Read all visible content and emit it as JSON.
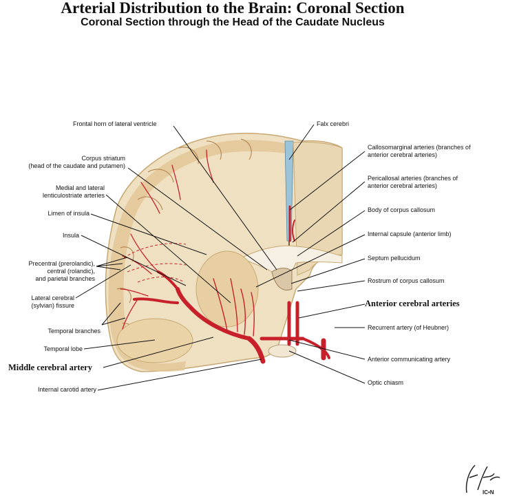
{
  "title": "Arterial Distribution to the Brain: Coronal Section",
  "subtitle": "Coronal Section through the Head of the Caudate Nucleus",
  "labels": {
    "frontal_horn": "Frontal horn of lateral ventricle",
    "falx_cerebri": "Falx cerebri",
    "corpus_striatum_1": "Corpus striatum",
    "corpus_striatum_2": "(head of the caudate and putamen)",
    "callosomarginal_1": "Callosomarginal arteries (branches of",
    "callosomarginal_2": "anterior cerebral arteries)",
    "lenticulostriate_1": "Medial and lateral",
    "lenticulostriate_2": "lenticulostriate arteries",
    "pericallosal_1": "Pericallosal arteries (branches of",
    "pericallosal_2": "anterior cerebral arteries)",
    "limen_insula": "Limen of insula",
    "body_corpus_callosum": "Body of corpus callosum",
    "insula": "Insula",
    "internal_capsule": "Internal capsule (anterior limb)",
    "precentral_1": "Precentral (prerolandic),",
    "precentral_2": "central (rolandic),",
    "precentral_3": "and parietal branches",
    "septum_pellucidum": "Septum pellucidum",
    "rostrum": "Rostrum of corpus callosum",
    "lateral_fissure_1": "Lateral cerebral",
    "lateral_fissure_2": "(sylvian) fissure",
    "anterior_cerebral": "Anterior cerebral arteries",
    "temporal_branches": "Temporal branches",
    "recurrent_artery": "Recurrent artery (of Heubner)",
    "temporal_lobe": "Temporal lobe",
    "anterior_communicating": "Anterior communicating artery",
    "middle_cerebral": "Middle cerebral artery",
    "optic_chiasm": "Optic chiasm",
    "internal_carotid": "Internal carotid artery"
  },
  "signature": {
    "text": "IC•N"
  },
  "colors": {
    "tissue": "#efe0c2",
    "cortex": "#e2c697",
    "artery": "#c8202a",
    "ventricle": "#9cc4d8"
  }
}
